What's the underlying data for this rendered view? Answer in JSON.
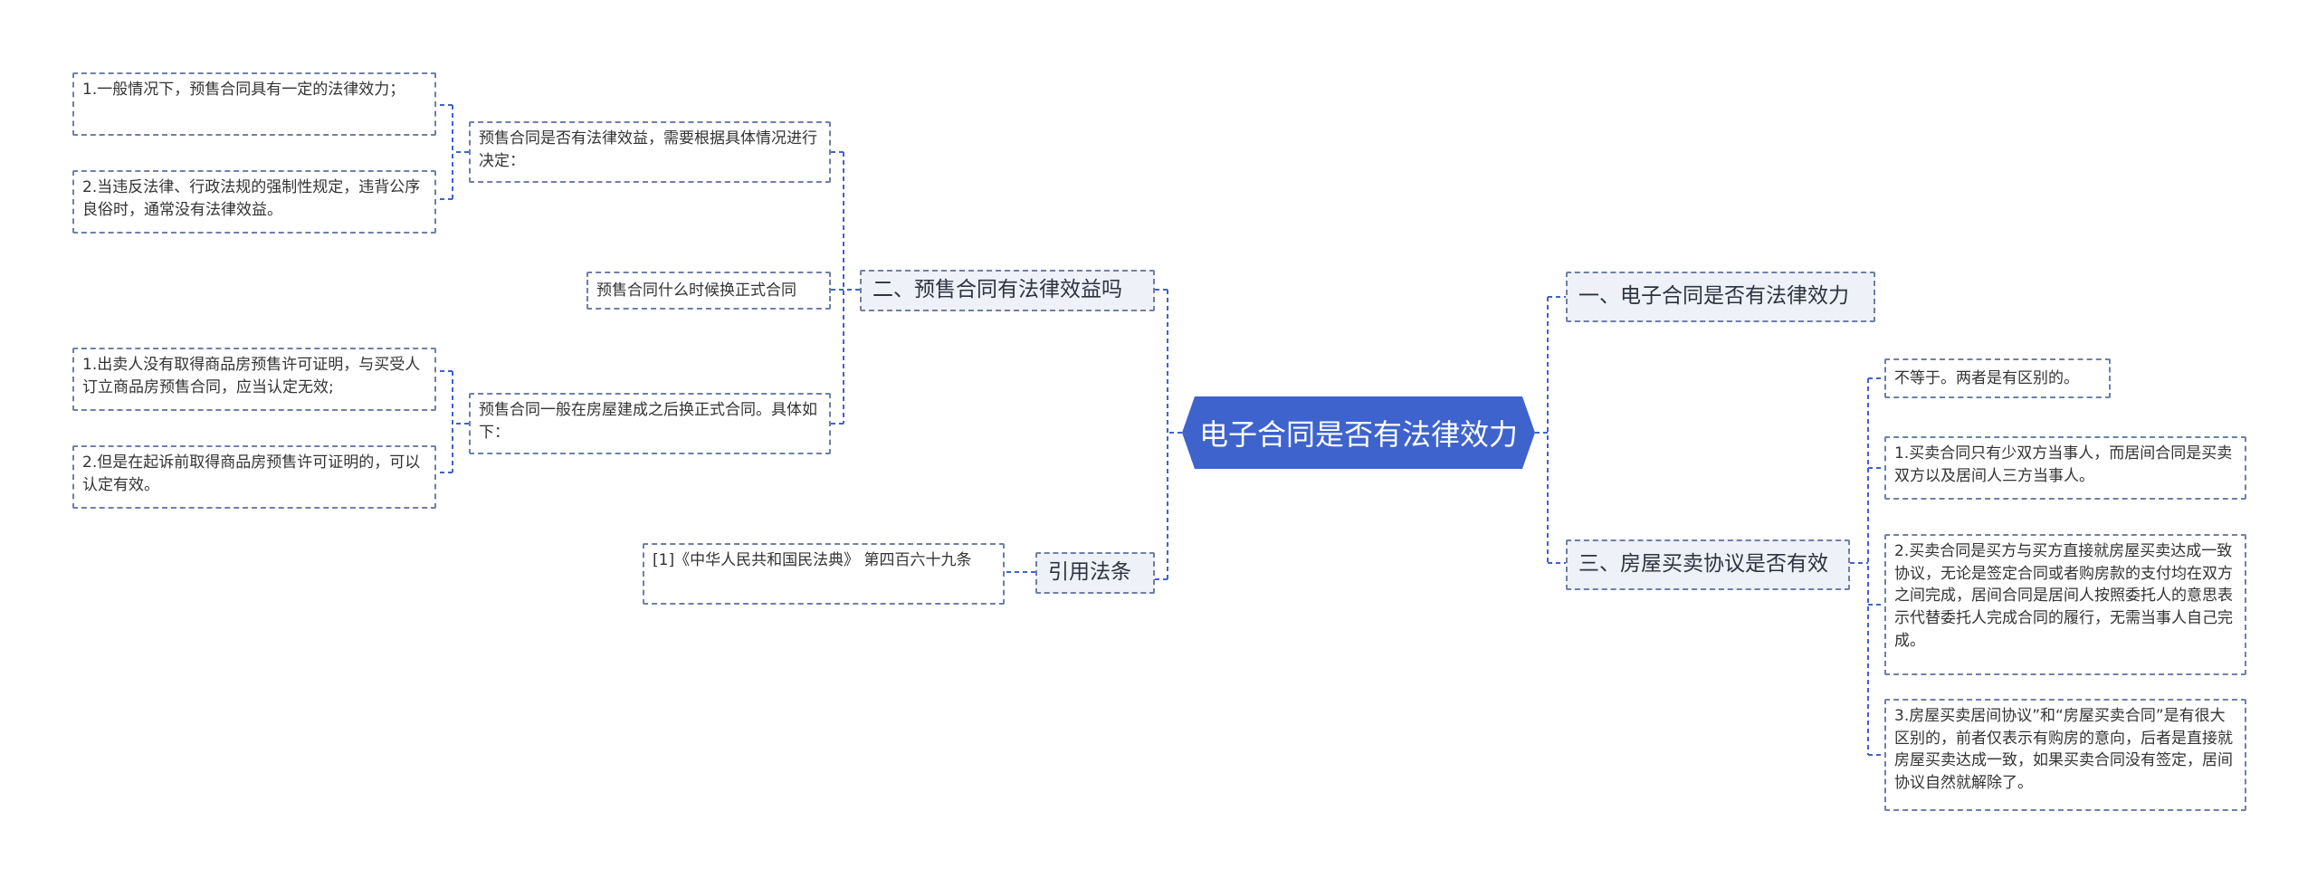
{
  "root": {
    "title": "电子合同是否有法律效力"
  },
  "branches": {
    "presale": {
      "title": "二、预售合同有法律效益吗",
      "children": {
        "validity": {
          "text": "预售合同是否有法律效益，需要根据具体情况进行决定：",
          "items": [
            "1.一般情况下，预售合同具有一定的法律效力；",
            "2.当违反法律、行政法规的强制性规定，违背公序良俗时，通常没有法律效益。"
          ]
        },
        "when": {
          "text": "预售合同什么时候换正式合同"
        },
        "replace": {
          "text": "预售合同一般在房屋建成之后换正式合同。具体如下：",
          "items": [
            "1.出卖人没有取得商品房预售许可证明，与买受人订立商品房预售合同，应当认定无效;",
            "2.但是在起诉前取得商品房预售许可证明的，可以认定有效。"
          ]
        }
      }
    },
    "law": {
      "title": "引用法条",
      "items": [
        "[1]《中华人民共和国民法典》 第四百六十九条"
      ]
    },
    "econtract": {
      "title": "一、电子合同是否有法律效力"
    },
    "house": {
      "title": "三、房屋买卖协议是否有效",
      "items": [
        "不等于。两者是有区别的。",
        "1.买卖合同只有少双方当事人，而居间合同是买卖双方以及居间人三方当事人。",
        "2.买卖合同是买方与买方直接就房屋买卖达成一致协议，无论是签定合同或者购房款的支付均在双方之间完成，居间合同是居间人按照委托人的意思表示代替委托人完成合同的履行，无需当事人自己完成。",
        "3.房屋买卖居间协议”和“房屋买卖合同”是有很大区别的，前者仅表示有购房的意向，后者是直接就房屋买卖达成一致，如果买卖合同没有签定，居间协议自然就解除了。"
      ]
    }
  },
  "colors": {
    "root_fill": "#3e63cc",
    "branch_fill": "#eef1f7",
    "border": "#6f7fa8",
    "connector": "#3e63cc"
  }
}
